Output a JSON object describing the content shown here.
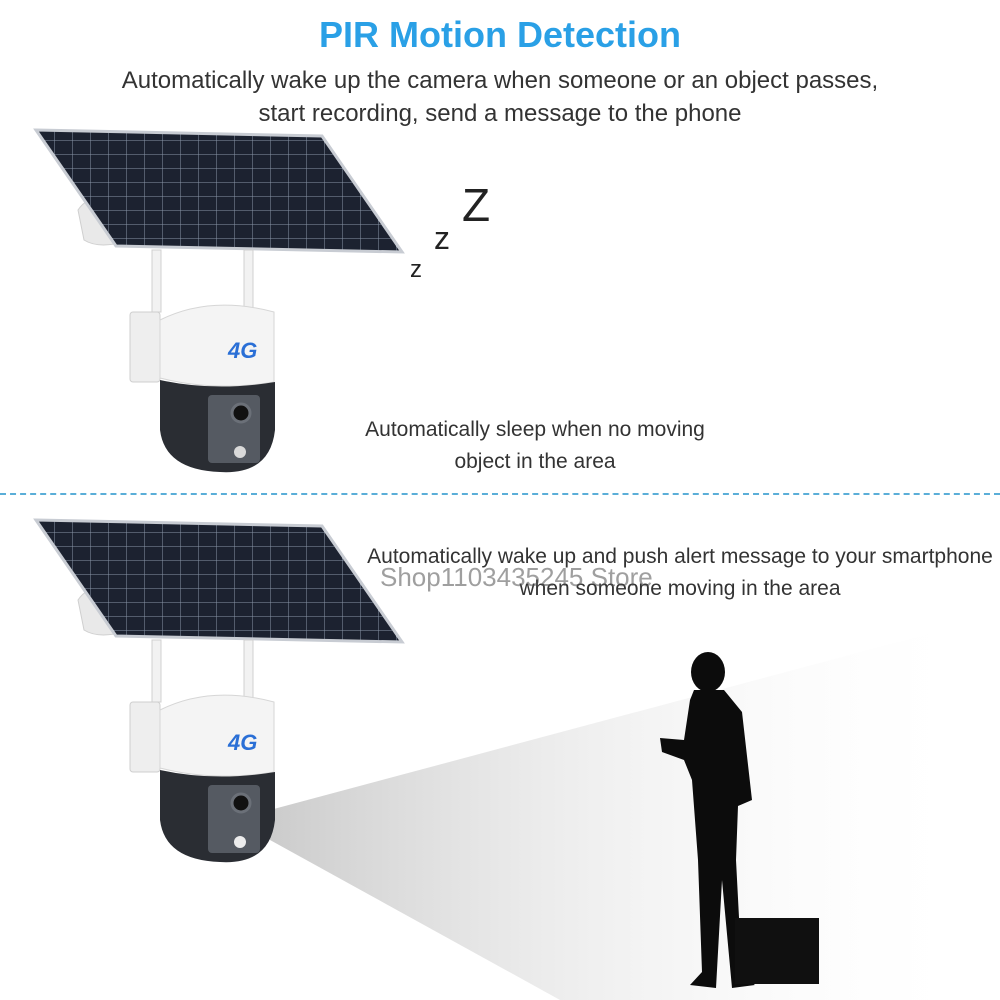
{
  "header": {
    "title": "PIR Motion Detection",
    "subtitle": "Automatically wake up the camera when someone or an object passes, start recording, send a message to the phone"
  },
  "sleep_panel": {
    "sleep_symbol_small": "z",
    "sleep_symbol_medium": "z",
    "sleep_symbol_large": "Z",
    "network_badge": "4G",
    "caption": "Automatically sleep when no moving object in the area"
  },
  "wake_panel": {
    "network_badge": "4G",
    "caption": "Automatically wake up and push alert message to your smartphone when someone moving in the area"
  },
  "watermark": "Shop1103435245 Store",
  "colors": {
    "title": "#2aa0e6",
    "divider": "#5aaed8",
    "panel": "#1a1f2b"
  }
}
